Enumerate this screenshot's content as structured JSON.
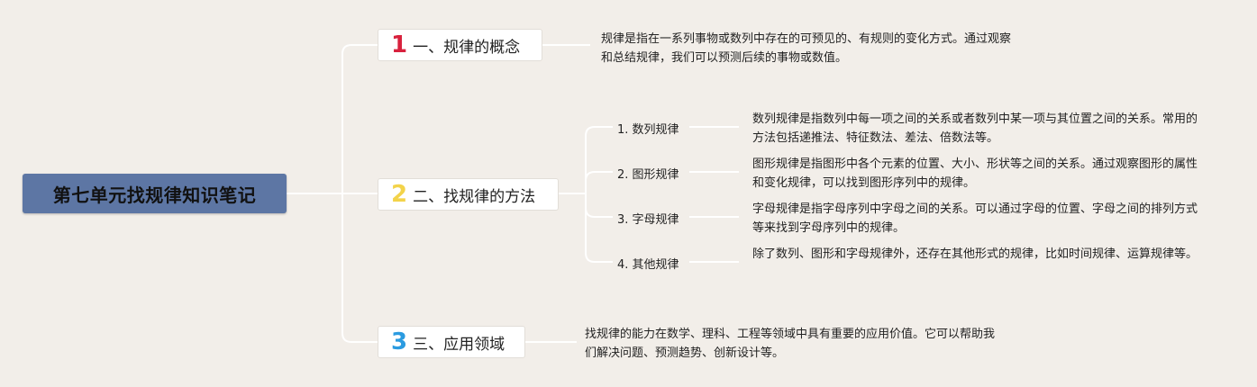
{
  "root": {
    "title": "第七单元找规律知识笔记"
  },
  "branches": [
    {
      "number": "1",
      "label": "一、规律的概念",
      "description": "规律是指在一系列事物或数列中存在的可预见的、有规则的变化方式。通过观察\n和总结规律，我们可以预测后续的事物或数值。"
    },
    {
      "number": "2",
      "label": "二、找规律的方法",
      "children": [
        {
          "label": "1. 数列规律",
          "description": "数列规律是指数列中每一项之间的关系或者数列中某一项与其位置之间的关系。常用的方法包括递推法、特征数法、差法、倍数法等。"
        },
        {
          "label": "2. 图形规律",
          "description": "图形规律是指图形中各个元素的位置、大小、形状等之间的关系。通过观察图形的属性和变化规律，可以找到图形序列中的规律。"
        },
        {
          "label": "3. 字母规律",
          "description": "字母规律是指字母序列中字母之间的关系。可以通过字母的位置、字母之间的排列方式等来找到字母序列中的规律。"
        },
        {
          "label": "4. 其他规律",
          "description": "除了数列、图形和字母规律外，还存在其他形式的规律，比如时间规律、运算规律等。"
        }
      ]
    },
    {
      "number": "3",
      "label": "三、应用领域",
      "description": "找规律的能力在数学、理科、工程等领域中具有重要的应用价值。它可以帮助我\n们解决问题、预测趋势、创新设计等。"
    }
  ],
  "colors": {
    "background": "#f2eee9",
    "root_fill": "#5d76a4",
    "connector": "#ffffff",
    "badge_1": "#d8213d",
    "badge_2": "#f3d34a",
    "badge_3": "#2b9be0"
  }
}
